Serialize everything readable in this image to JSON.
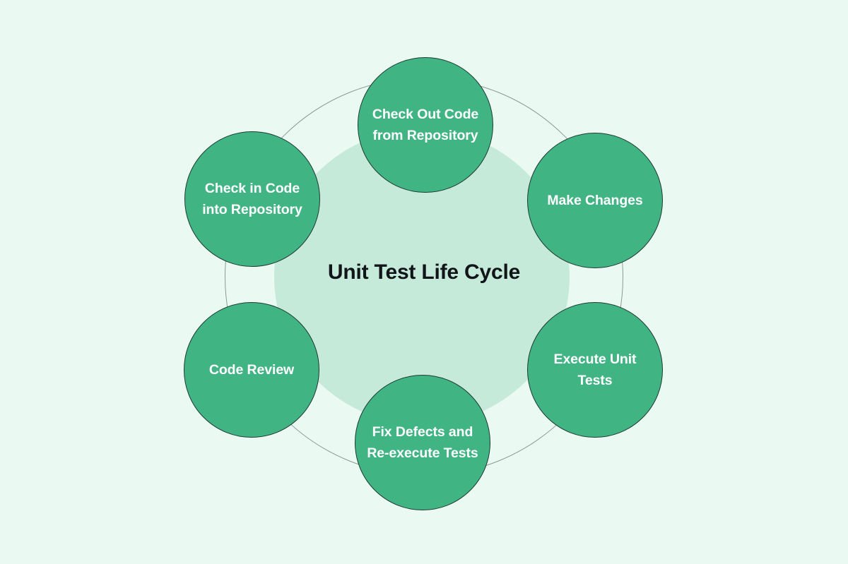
{
  "diagram": {
    "title": "Unit Test Life Cycle",
    "background_color": "#eafaf3",
    "inner_disc_color": "#c6ead9",
    "node_color": "#41b484",
    "node_border_color": "#1d3b31",
    "node_text_color": "#ffffff",
    "title_color": "#111418",
    "ring_color": "#8a9a94",
    "nodes": [
      {
        "id": "check-out-code",
        "label": "Check Out Code from Repository",
        "position": "top"
      },
      {
        "id": "make-changes",
        "label": "Make Changes",
        "position": "upper-right"
      },
      {
        "id": "execute-unit-tests",
        "label": "Execute Unit Tests",
        "position": "lower-right"
      },
      {
        "id": "fix-defects",
        "label": "Fix Defects and Re-execute Tests",
        "position": "bottom"
      },
      {
        "id": "code-review",
        "label": "Code Review",
        "position": "lower-left"
      },
      {
        "id": "check-in-code",
        "label": "Check in Code into Repository",
        "position": "upper-left"
      }
    ]
  }
}
